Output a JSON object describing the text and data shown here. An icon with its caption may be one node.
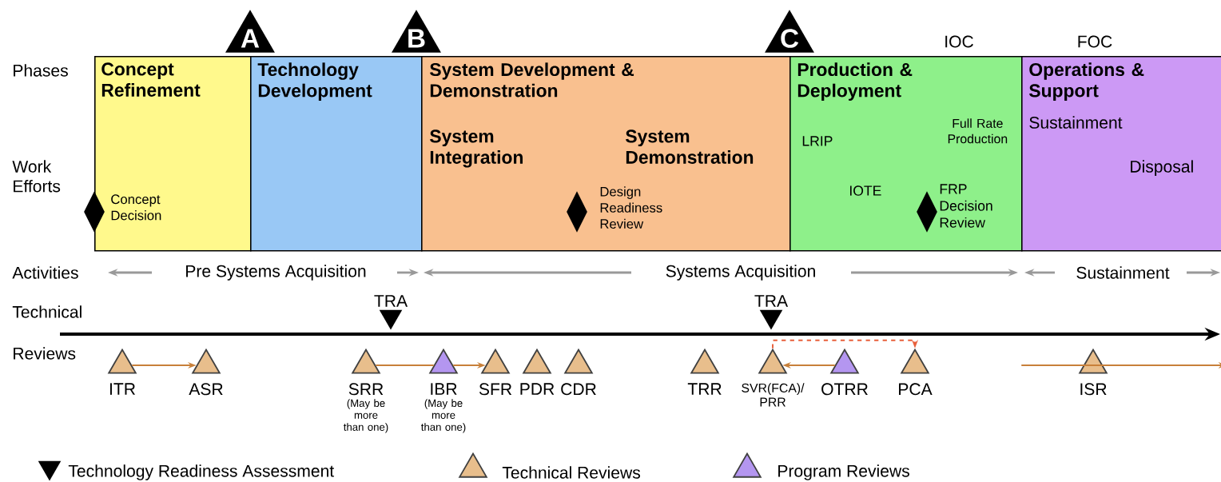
{
  "diagram": {
    "nodes": [
      {
        "text": [
          "A"
        ]
      },
      {
        "text": [
          "B"
        ]
      },
      {
        "text": [
          "C"
        ]
      },
      {
        "text": [
          "Concept Refinement"
        ]
      },
      {
        "text": [
          "Technology Development"
        ]
      },
      {
        "text": [
          "System Development & Demonstration",
          "System Integration",
          "System Demonstration"
        ]
      },
      {
        "text": [
          "Production & Deployment",
          "LRIP",
          "Full Rate Production",
          "IOTE"
        ]
      },
      {
        "text": [
          "Operations & Support",
          "Sustainment",
          "Disposal"
        ]
      },
      {
        "text": [],
        "shape": "diamond",
        "beside": [
          "Concept Decision"
        ]
      },
      {
        "text": [],
        "shape": "diamond",
        "beside": [
          "Design Readiness Review"
        ],
        "in": 5
      },
      {
        "text": [],
        "shape": "diamond",
        "beside": [
          "FRP Decision Review"
        ],
        "in": 6
      },
      {
        "text": [],
        "shape": "triangle",
        "beside": [
          "TRA"
        ]
      },
      {
        "text": [],
        "shape": "triangle",
        "beside": [
          "TRA"
        ]
      },
      {
        "text": [],
        "shape": "triangle",
        "beside": [
          "ITR"
        ]
      },
      {
        "text": [],
        "shape": "triangle",
        "beside": [
          "ASR"
        ]
      },
      {
        "text": [],
        "shape": "triangle",
        "beside": [
          "SRR",
          "(May be more than one)"
        ]
      },
      {
        "text": [],
        "shape": "triangle",
        "beside": [
          "IBR",
          "(May be more than one)"
        ]
      },
      {
        "text": [],
        "shape": "triangle",
        "beside": [
          "SFR"
        ]
      },
      {
        "text": [],
        "shape": "triangle",
        "beside": [
          "PDR"
        ]
      },
      {
        "text": [],
        "shape": "triangle",
        "beside": [
          "CDR"
        ]
      },
      {
        "text": [],
        "shape": "triangle",
        "beside": [
          "TRR"
        ]
      },
      {
        "text": [],
        "shape": "triangle",
        "beside": [
          "SVR(FCA)/ PRR"
        ]
      },
      {
        "text": [],
        "shape": "triangle",
        "beside": [
          "OTRR"
        ]
      },
      {
        "text": [],
        "shape": "triangle",
        "beside": [
          "PCA"
        ]
      },
      {
        "text": [],
        "shape": "triangle",
        "beside": [
          "ISR"
        ]
      }
    ],
    "edges": [
      {
        "from": 13,
        "to": 14,
        "arrow": "to"
      },
      {
        "from": 15,
        "to": 16,
        "arrow": "none"
      },
      {
        "from": 16,
        "to": 17,
        "arrow": "to"
      },
      {
        "from": 21,
        "to": 23,
        "arrow": "to",
        "style": "dashed",
        "color": "#e8603c"
      },
      {
        "from": 22,
        "to": 21,
        "arrow": "to"
      },
      {
        "from": 24,
        "to": null,
        "arrow": "to"
      }
    ],
    "labels": [
      "IOC",
      "FOC",
      "Phases",
      "Work Efforts",
      "Activities",
      "Pre Systems Acquisition",
      "Systems Acquisition",
      "Sustainment",
      "Technical",
      "Reviews"
    ],
    "legend": [
      {
        "text": "Technology Readiness Assessment"
      },
      {
        "text": "Technical Reviews"
      },
      {
        "text": "Program Reviews"
      }
    ]
  }
}
